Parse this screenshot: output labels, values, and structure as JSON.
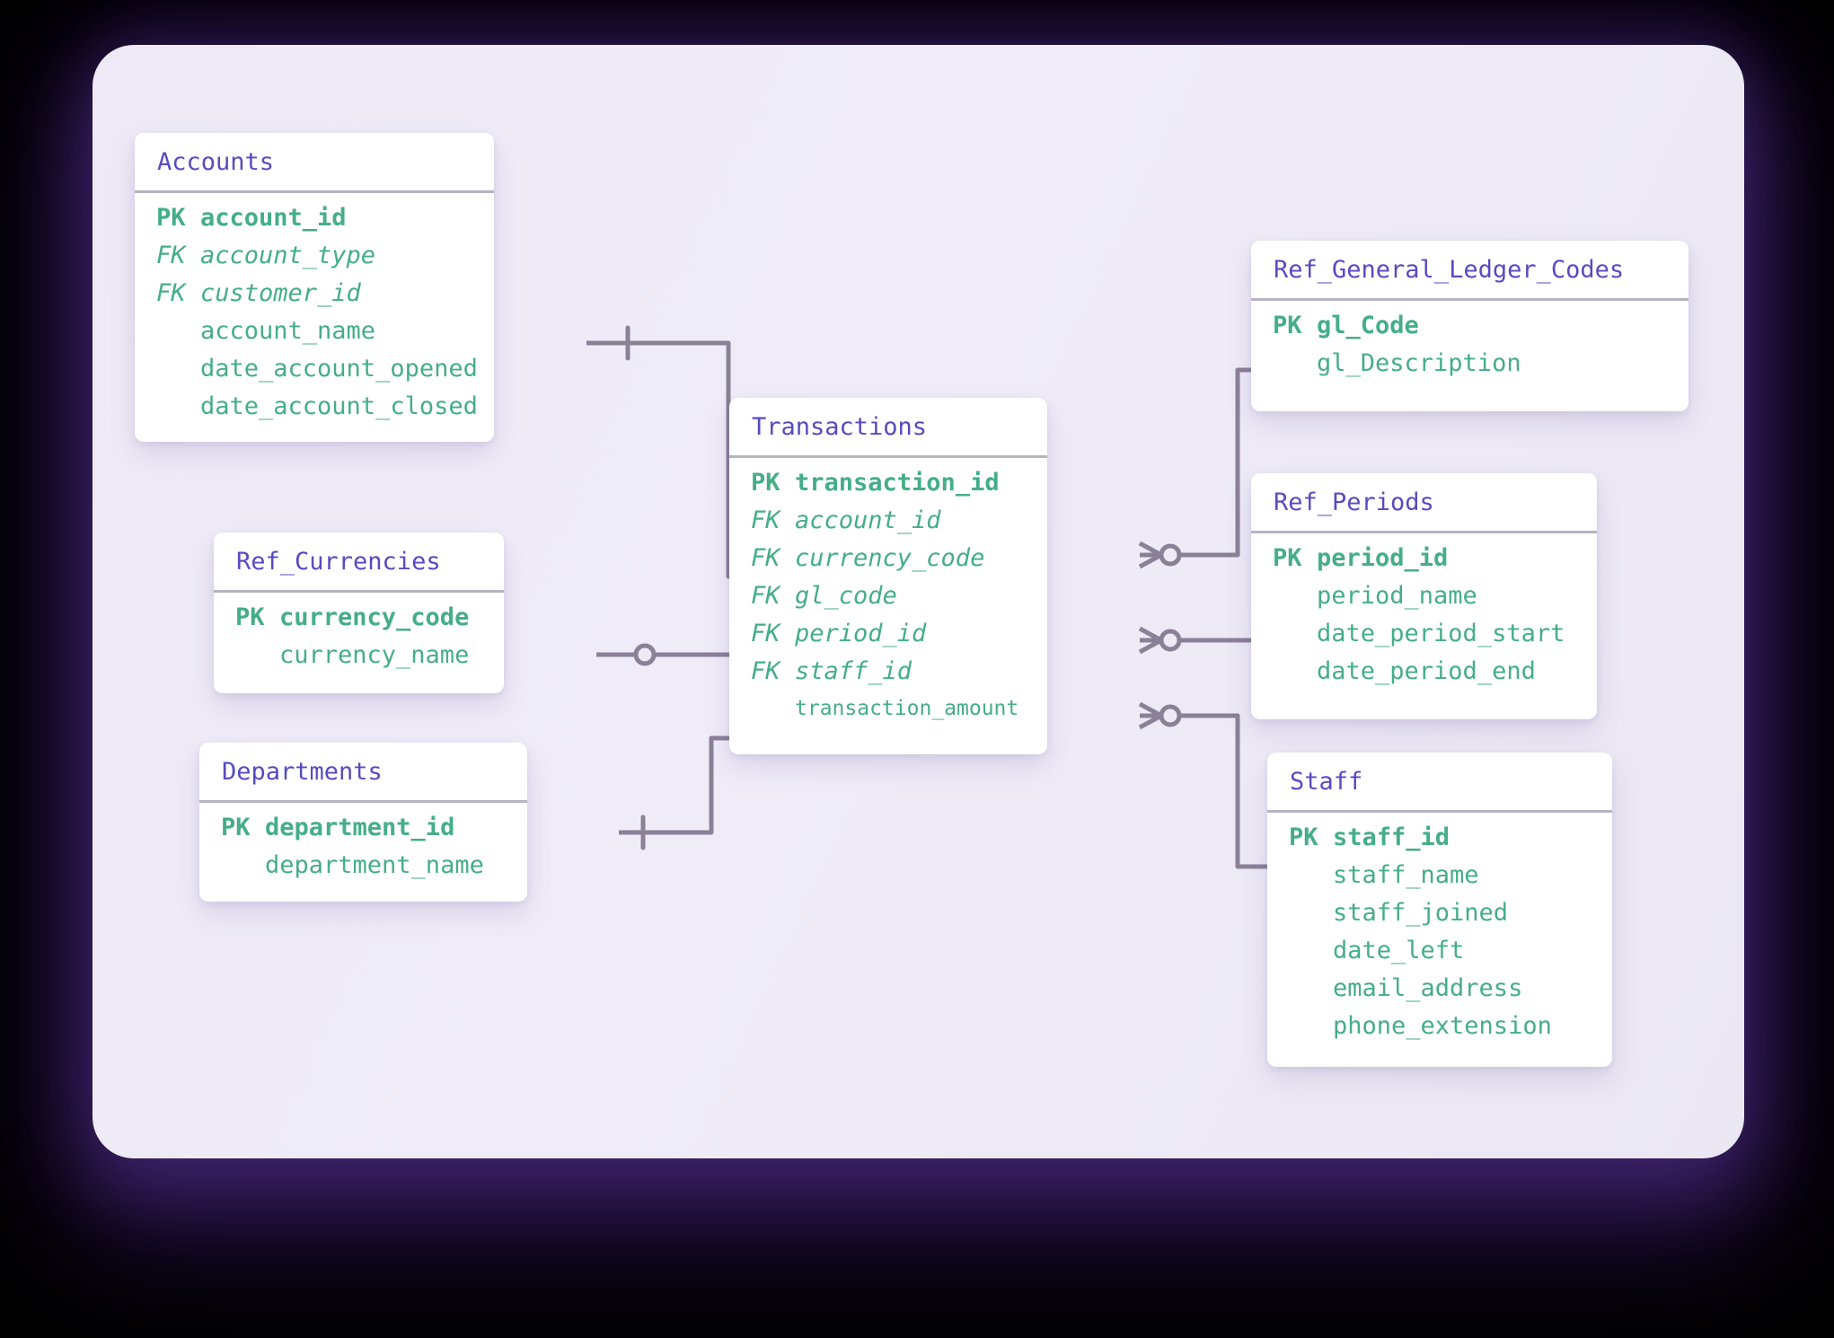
{
  "diagram": {
    "type": "entity-relationship",
    "notation": "crows-foot",
    "colors": {
      "outer_background": "#000000",
      "panel_background": "#edeaf6",
      "card_background": "#ffffff",
      "table_title": "#574bc1",
      "field_text": "#45ae87",
      "separator": "#b7b3c1",
      "connector": "#8b8197"
    },
    "tables": {
      "accounts": {
        "title": "Accounts",
        "fields": [
          {
            "key": "PK",
            "name": "account_id"
          },
          {
            "key": "FK",
            "name": "account_type"
          },
          {
            "key": "FK",
            "name": "customer_id"
          },
          {
            "key": "",
            "name": "account_name"
          },
          {
            "key": "",
            "name": "date_account_opened"
          },
          {
            "key": "",
            "name": "date_account_closed"
          }
        ]
      },
      "ref_currencies": {
        "title": "Ref_Currencies",
        "fields": [
          {
            "key": "PK",
            "name": "currency_code"
          },
          {
            "key": "",
            "name": "currency_name"
          }
        ]
      },
      "departments": {
        "title": "Departments",
        "fields": [
          {
            "key": "PK",
            "name": "department_id"
          },
          {
            "key": "",
            "name": "department_name"
          }
        ]
      },
      "transactions": {
        "title": "Transactions",
        "fields": [
          {
            "key": "PK",
            "name": "transaction_id"
          },
          {
            "key": "FK",
            "name": "account_id"
          },
          {
            "key": "FK",
            "name": "currency_code"
          },
          {
            "key": "FK",
            "name": "gl_code"
          },
          {
            "key": "FK",
            "name": "period_id"
          },
          {
            "key": "FK",
            "name": "staff_id"
          },
          {
            "key": "",
            "name": "transaction_amount",
            "fit": true
          }
        ]
      },
      "ref_general_ledger_codes": {
        "title": "Ref_General_Ledger_Codes",
        "fields": [
          {
            "key": "PK",
            "name": "gl_Code"
          },
          {
            "key": "",
            "name": "gl_Description"
          }
        ]
      },
      "ref_periods": {
        "title": "Ref_Periods",
        "fields": [
          {
            "key": "PK",
            "name": "period_id"
          },
          {
            "key": "",
            "name": "period_name"
          },
          {
            "key": "",
            "name": "date_period_start"
          },
          {
            "key": "",
            "name": "date_period_end"
          }
        ]
      },
      "staff": {
        "title": "Staff",
        "fields": [
          {
            "key": "PK",
            "name": "staff_id"
          },
          {
            "key": "",
            "name": "staff_name"
          },
          {
            "key": "",
            "name": "staff_joined"
          },
          {
            "key": "",
            "name": "date_left"
          },
          {
            "key": "",
            "name": "email_address"
          },
          {
            "key": "",
            "name": "phone_extension"
          }
        ]
      }
    },
    "relationships": [
      {
        "from": "Accounts",
        "from_marker": "one",
        "to": "Transactions",
        "to_marker": "zero-or-many"
      },
      {
        "from": "Ref_Currencies",
        "from_marker": "zero",
        "to": "Transactions",
        "to_marker": "zero-or-many"
      },
      {
        "from": "Departments",
        "from_marker": "one",
        "to": "Transactions",
        "to_marker": "zero-or-many"
      },
      {
        "from": "Ref_General_Ledger_Codes",
        "from_marker": "zero",
        "to": "Transactions",
        "to_marker": "zero-or-many"
      },
      {
        "from": "Ref_Periods",
        "from_marker": "one",
        "to": "Transactions",
        "to_marker": "zero-or-many"
      },
      {
        "from": "Staff",
        "from_marker": "zero",
        "to": "Transactions",
        "to_marker": "zero-or-many"
      }
    ]
  }
}
